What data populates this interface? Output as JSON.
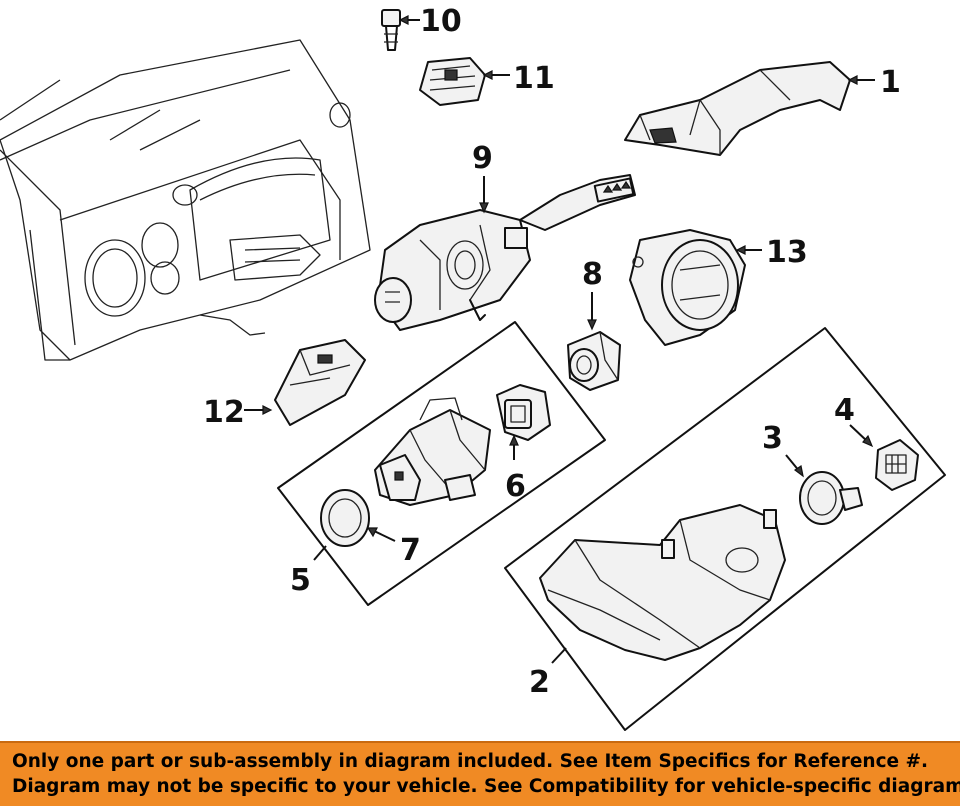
{
  "callouts": {
    "c1": "1",
    "c2": "2",
    "c3": "3",
    "c4": "4",
    "c5": "5",
    "c6": "6",
    "c7": "7",
    "c8": "8",
    "c9": "9",
    "c10": "10",
    "c11": "11",
    "c12": "12",
    "c13": "13"
  },
  "banner": {
    "line1": "Only one part or sub-assembly in diagram included. See Item Specifics for Reference #.",
    "line2": "Diagram may not be specific to your vehicle. See Compatibility for vehicle-specific diagrams."
  },
  "colors": {
    "banner_bg": "#f08a24",
    "line_art": "#111111"
  }
}
